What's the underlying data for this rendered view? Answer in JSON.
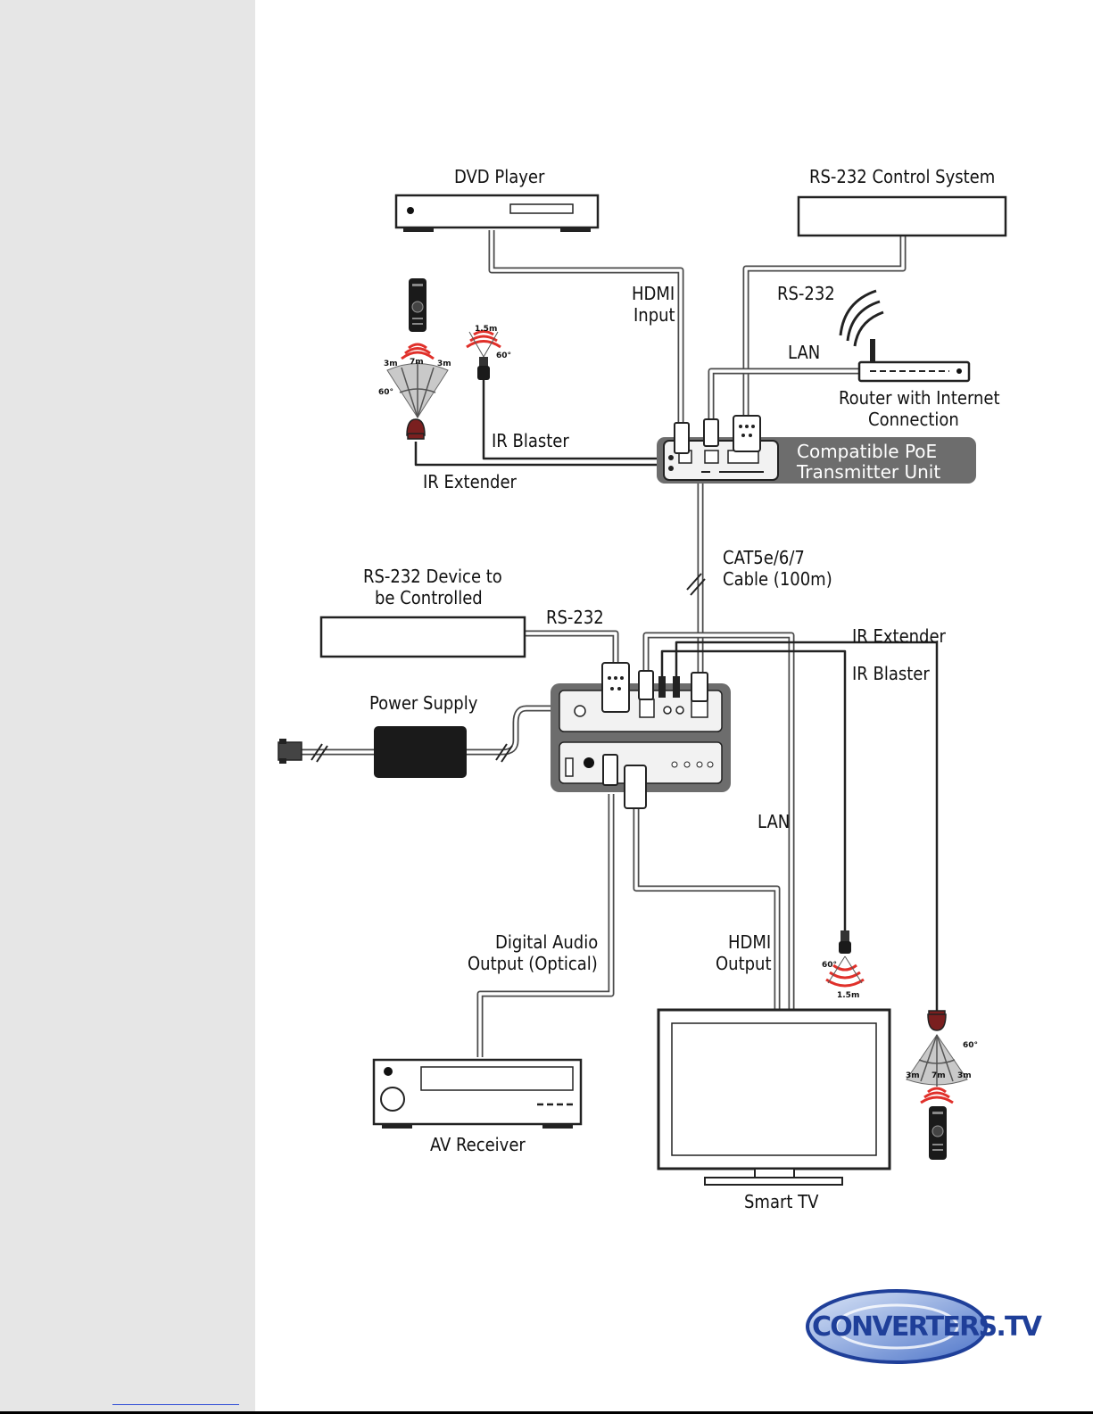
{
  "labels": {
    "dvd_player": "DVD Player",
    "rs232_control_system": "RS-232 Control System",
    "hdmi_input_1": "HDMI",
    "hdmi_input_2": "Input",
    "rs232_top": "RS-232",
    "lan_top": "LAN",
    "router_1": "Router with Internet",
    "router_2": "Connection",
    "ir_blaster_top": "IR Blaster",
    "ir_extender_top": "IR Extender",
    "tx_unit_1": "Compatible PoE",
    "tx_unit_2": "Transmitter Unit",
    "cat_cable_1": "CAT5e/6/7",
    "cat_cable_2": "Cable (100m)",
    "rs232_device_1": "RS-232 Device to",
    "rs232_device_2": "be Controlled",
    "rs232_bottom": "RS-232",
    "ir_extender_bottom": "IR Extender",
    "ir_blaster_bottom": "IR Blaster",
    "power_supply": "Power Supply",
    "lan_bottom": "LAN",
    "digital_audio_1": "Digital Audio",
    "digital_audio_2": "Output (Optical)",
    "hdmi_output_1": "HDMI",
    "hdmi_output_2": "Output",
    "av_receiver": "AV Receiver",
    "smart_tv": "Smart TV"
  },
  "ir_spec": {
    "blaster_range": "1.5m",
    "blaster_angle": "60°",
    "extender_left": "3m",
    "extender_center": "7m",
    "extender_right": "3m",
    "extender_angle": "60°"
  },
  "logo": {
    "text": "CONVERTERS.TV"
  },
  "colors": {
    "sidebar": "#e6e6e6",
    "cable": "#4a4a4a",
    "ir_red": "#e0302a",
    "tx_band": "#6d6d6d",
    "logo_blue": "#1f3f99"
  }
}
